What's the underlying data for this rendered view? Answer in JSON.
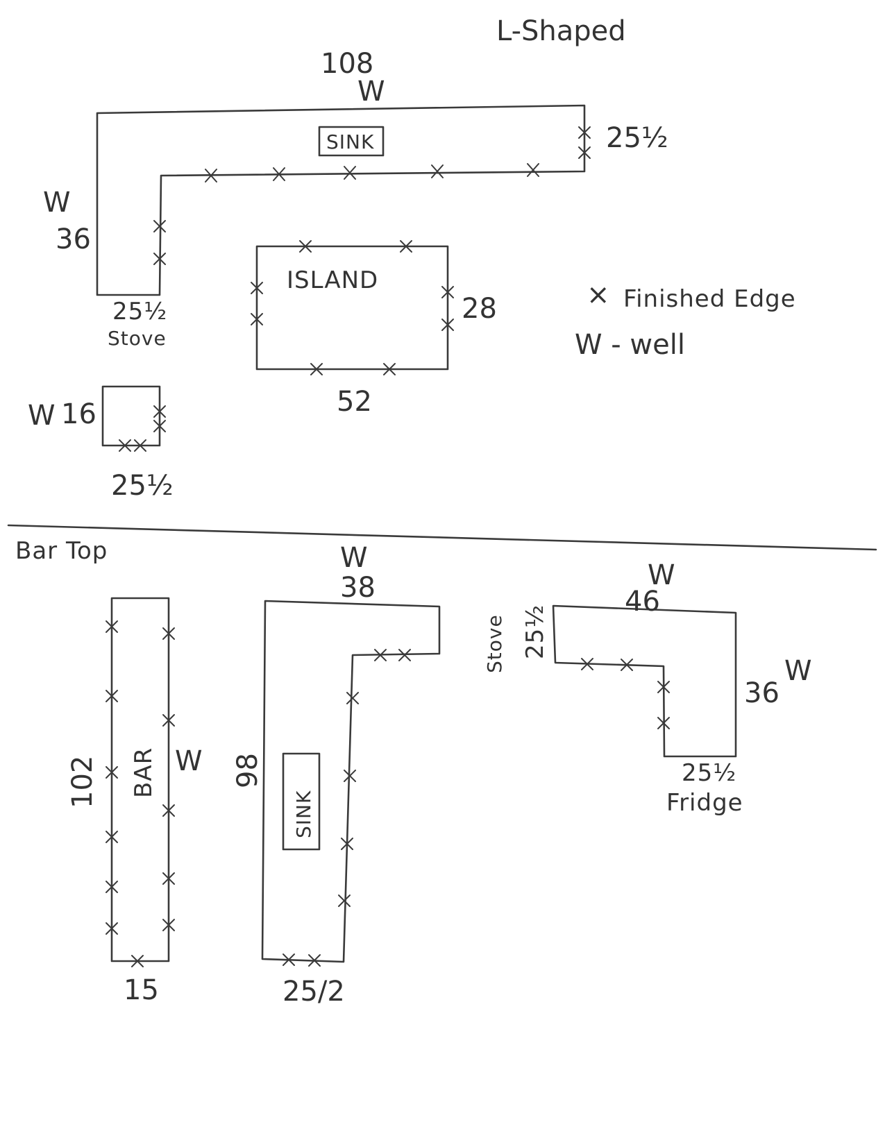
{
  "title": "L-Shaped",
  "bar_section_title": "Bar Top",
  "legend": {
    "finished_edge": "Finished Edge",
    "finished_edge_symbol": "×",
    "well": "W - well"
  },
  "l_shape": {
    "top_length": "108",
    "top_well": "W",
    "right_depth": "25½",
    "left_well": "W",
    "left_length": "36",
    "bottom_depth": "25½",
    "bottom_label": "Stove",
    "sink_label": "SINK"
  },
  "island": {
    "label": "ISLAND",
    "width": "52",
    "depth": "28"
  },
  "small_piece": {
    "well": "W",
    "length": "16",
    "depth": "25½"
  },
  "bar": {
    "label": "BAR",
    "length": "102",
    "depth": "15",
    "well": "W"
  },
  "bar_sink_l": {
    "top_well": "W",
    "top_length": "38",
    "left_length": "98",
    "bottom_depth": "25/2",
    "sink_label": "SINK"
  },
  "bar_stove_fridge_l": {
    "top_well": "W",
    "top_length": "46",
    "left_depth": "25½",
    "left_label": "Stove",
    "right_length": "36",
    "right_well": "W",
    "bottom_depth": "25½",
    "bottom_label": "Fridge"
  },
  "colors": {
    "pencil": "#3a3a3a",
    "paper": "#ffffff"
  }
}
